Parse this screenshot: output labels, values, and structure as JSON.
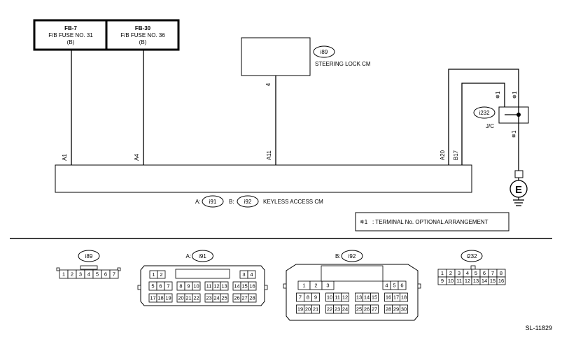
{
  "fuses": [
    {
      "id": "FB-7",
      "name": "F/B FUSE NO. 31",
      "tag": "(B)"
    },
    {
      "id": "FB-30",
      "name": "F/B FUSE NO. 36",
      "tag": "(B)"
    }
  ],
  "steering_lock": {
    "connector": "i89",
    "label": "STEERING LOCK CM",
    "pin": "4"
  },
  "keyless": {
    "pins": [
      "A1",
      "A4",
      "A11",
      "A20",
      "B17"
    ],
    "a_prefix": "A:",
    "a_conn": "i91",
    "b_prefix": "B:",
    "b_conn": "i92",
    "label": "KEYLESS ACCESS CM"
  },
  "jc": {
    "connector": "i232",
    "label": "J/C",
    "mark": "✵1"
  },
  "ground": {
    "letter": "E"
  },
  "note": {
    "mark": "✵1",
    "text": ": TERMINAL No. OPTIONAL ARRANGEMENT"
  },
  "connectors": {
    "i89": {
      "caption": "i89",
      "pins": [
        "1",
        "2",
        "3",
        "4",
        "5",
        "6",
        "7"
      ]
    },
    "i91": {
      "prefix": "A:",
      "caption": "i91",
      "row1a": [
        "1",
        "2"
      ],
      "row1b": [
        "3",
        "4"
      ],
      "row2": [
        [
          "5",
          "6",
          "7"
        ],
        [
          "8",
          "9",
          "10"
        ],
        [
          "11",
          "12",
          "13"
        ],
        [
          "14",
          "15",
          "16"
        ]
      ],
      "row3": [
        [
          "17",
          "18",
          "19"
        ],
        [
          "20",
          "21",
          "22"
        ],
        [
          "23",
          "24",
          "25"
        ],
        [
          "26",
          "27",
          "28"
        ]
      ]
    },
    "i92": {
      "prefix": "B:",
      "caption": "i92",
      "row1a": [
        "1",
        "2",
        "3"
      ],
      "row1b": [
        "4",
        "5",
        "6"
      ],
      "row2": [
        [
          "7",
          "8",
          "9"
        ],
        [
          "10",
          "11",
          "12"
        ],
        [
          "13",
          "14",
          "15"
        ],
        [
          "16",
          "17",
          "18"
        ]
      ],
      "row3": [
        [
          "19",
          "20",
          "21"
        ],
        [
          "22",
          "23",
          "24"
        ],
        [
          "25",
          "26",
          "27"
        ],
        [
          "28",
          "29",
          "30"
        ]
      ]
    },
    "i232": {
      "caption": "i232",
      "row1": [
        "1",
        "2",
        "3",
        "4",
        "5",
        "6",
        "7",
        "8"
      ],
      "row2": [
        "9",
        "10",
        "11",
        "12",
        "13",
        "14",
        "15",
        "16"
      ]
    }
  },
  "ref": "SL-11829"
}
